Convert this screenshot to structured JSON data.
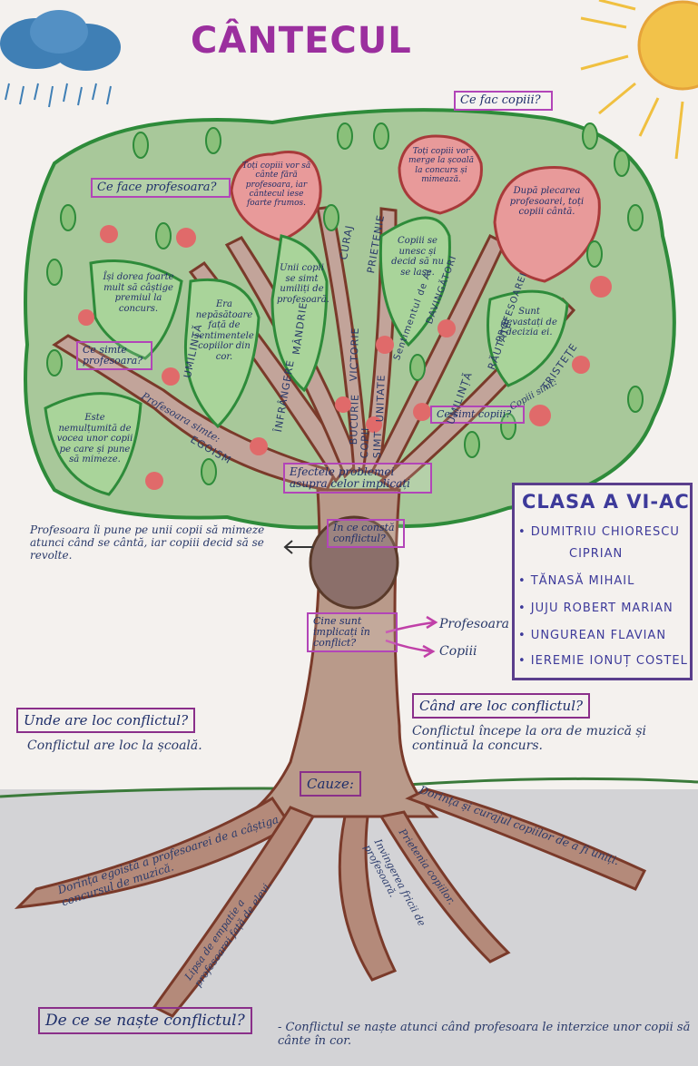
{
  "title": "CÂNTECUL",
  "questions": {
    "what_teacher_does": "Ce face profesoara?",
    "what_children_do": "Ce fac copiii?",
    "teacher_feels": "Ce simte profesoara?",
    "children_feel": "Ce simt copiii?",
    "effects": "Efectele problemei asupra celor implicați",
    "conflict_consists": "În ce constă conflictul?",
    "who_involved": "Cine sunt implicați în conflict?",
    "where": "Unde are loc conflictul?",
    "when": "Când are loc conflictul?",
    "causes": "Cauze:",
    "origin": "De ce se naște conflictul?"
  },
  "answers": {
    "conflict_consists": "Profesoara îi pune pe unii copii să mimeze atunci când se cântă, iar copiii decid să se revolte.",
    "involved_1": "Profesoara",
    "involved_2": "Copiii",
    "where": "Conflictul are loc la școală.",
    "when": "Conflictul începe la ora de muzică și continuă la concurs.",
    "origin": "- Conflictul se naște atunci când profesoara le interzice unor copii să cânte în cor."
  },
  "apples": {
    "a1": "Toți copiii vor să cânte fără profesoara, iar cântecul iese foarte frumos.",
    "a2": "Toți copiii vor merge la școală la concurs și mimează.",
    "a3": "După plecarea profesoarei, toți copiii cântă."
  },
  "leaves": {
    "l1": "Își dorea foarte mult să câștige premiul la concurs.",
    "l2": "Era nepăsătoare față de sentimentele copiilor din cor.",
    "l3": "Unii copii se simt umiliți de profesoară.",
    "l4": "Copiii se unesc și decid să nu se lase.",
    "l5": "Sunt devastați de decizia ei.",
    "l6": "Este nemulțumită de vocea unor copii pe care și pune să mimeze."
  },
  "branch_labels": {
    "b1": "UMILINȚĂ",
    "b2": "ÎNFRÂNGERE",
    "b3": "MÂNDRIE",
    "b4": "BUCURIE",
    "b5": "VICTORIE",
    "b6": "COPII",
    "b7": "SIMT",
    "b8": "UNITATE",
    "b9": "PRIETENIE",
    "b10": "CURAJ",
    "b11": "UMILINȚĂ",
    "b12": "RĂUTATE",
    "b13": "TRISTEȚE",
    "b14": "EGOISM",
    "b15": "Profesoara simte:",
    "b16": "Copiii simt:",
    "b17": "Sentimentul de AI",
    "b18": "DAVINGĂTORI",
    "b19": "PROFESOAREI"
  },
  "roots": {
    "r1": "Dorința egoistă a profesoarei de a câștiga concursul de muzică.",
    "r2": "Lipsa de empatie a profesoarei față de elevi.",
    "r3": "Invingerea fricii de profesoară.",
    "r4": "Prietenia copiilor.",
    "r5": "Dorința și curajul copiilor de a fi uniți."
  },
  "class": {
    "heading": "CLASA A VI-AC",
    "members": [
      "• DUMITRIU CHIORESCU",
      "CIPRIAN",
      "• TĂNASĂ MIHAIL",
      "• JUJU ROBERT MARIAN",
      "• UNGUREAN FLAVIAN",
      "• IEREMIE IONUȚ COSTEL"
    ]
  },
  "colors": {
    "foliage": "#8fbc7a",
    "foliage_outline": "#2e8b3a",
    "trunk": "#b48a7a",
    "trunk_outline": "#7a3a2a",
    "apple": "#e07a7a",
    "label_box": "#b245b8",
    "sun": "#f2c24a",
    "cloud": "#3f7fb5",
    "ground": "#cfcfd0"
  },
  "icons": [
    "cloud-icon",
    "rain-icon",
    "sun-icon",
    "apple-icon",
    "leaf-icon",
    "arrow-icon"
  ]
}
